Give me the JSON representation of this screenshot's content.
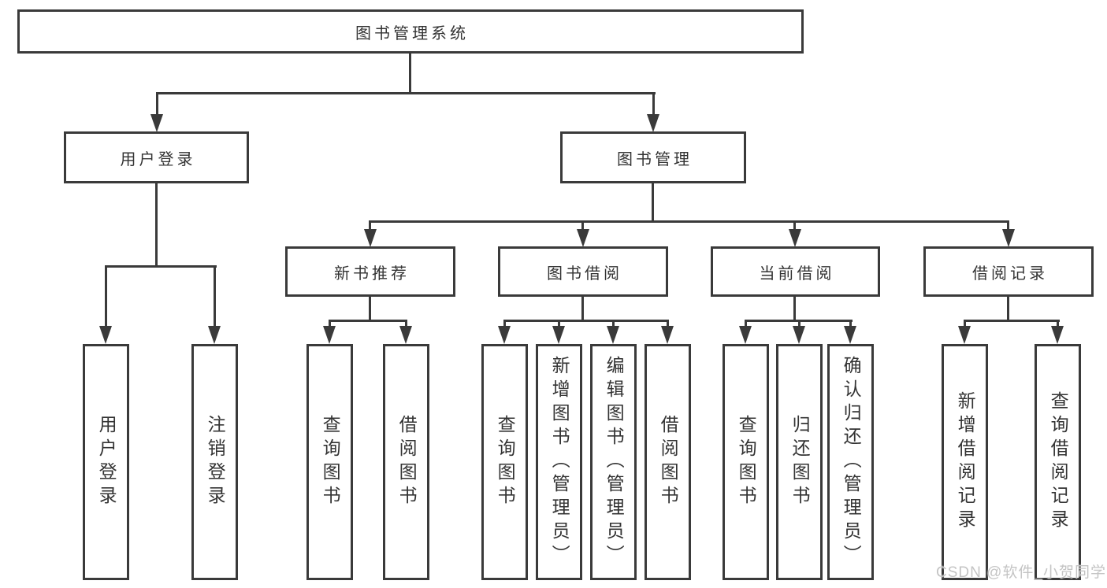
{
  "diagram": {
    "root": {
      "label": "图书管理系统"
    },
    "level2": [
      {
        "label": "用户登录"
      },
      {
        "label": "图书管理"
      }
    ],
    "level3": [
      {
        "label": "新书推荐"
      },
      {
        "label": "图书借阅"
      },
      {
        "label": "当前借阅"
      },
      {
        "label": "借阅记录"
      }
    ],
    "leaves": {
      "user_login": [
        "用户登录",
        "注销登录"
      ],
      "new_book": [
        "查询图书",
        "借阅图书"
      ],
      "book_borrow": [
        "查询图书",
        "新增图书（管理员）",
        "编辑图书（管理员）",
        "借阅图书"
      ],
      "current_borrow": [
        "查询图书",
        "归还图书",
        "确认归还（管理员）"
      ],
      "borrow_record": [
        "新增借阅记录",
        "查询借阅记录"
      ]
    }
  },
  "watermark": {
    "text": "CSDN @软件_小贺同学"
  },
  "colors": {
    "line": "#3a3a3a",
    "text": "#333333",
    "background": "#ffffff",
    "watermark": "#c4c4c4"
  }
}
